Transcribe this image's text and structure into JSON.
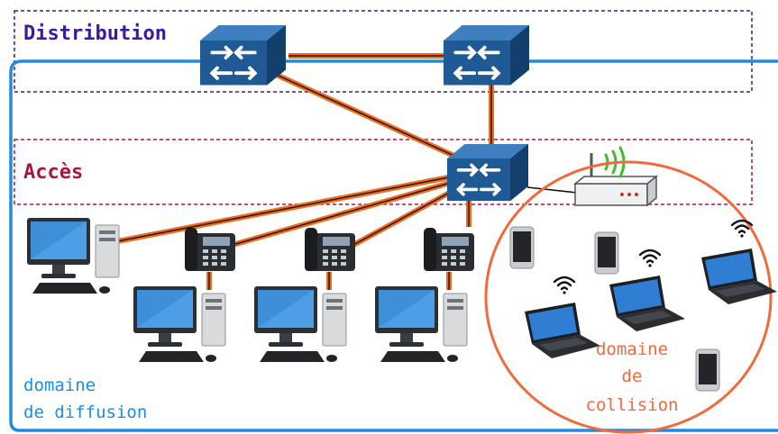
{
  "layers": {
    "distribution_label": "Distribution",
    "access_label": "Accès"
  },
  "domains": {
    "broadcast_line1": "domaine",
    "broadcast_line2": "de diffusion",
    "collision_line1": "domaine",
    "collision_line2": "de",
    "collision_line3": "collision"
  },
  "colors": {
    "distribution_border": "#3b1a9e",
    "access_border": "#b0123f",
    "broadcast_border": "#1e8ce0",
    "collision_border": "#f06a3c",
    "cable": "#f26a1b",
    "switch_body": "#1f5a94"
  },
  "icons": [
    "network-switch-icon",
    "wifi-access-point-icon",
    "desktop-computer-icon",
    "ip-phone-icon",
    "laptop-icon",
    "smartphone-icon",
    "wifi-signal-icon"
  ]
}
